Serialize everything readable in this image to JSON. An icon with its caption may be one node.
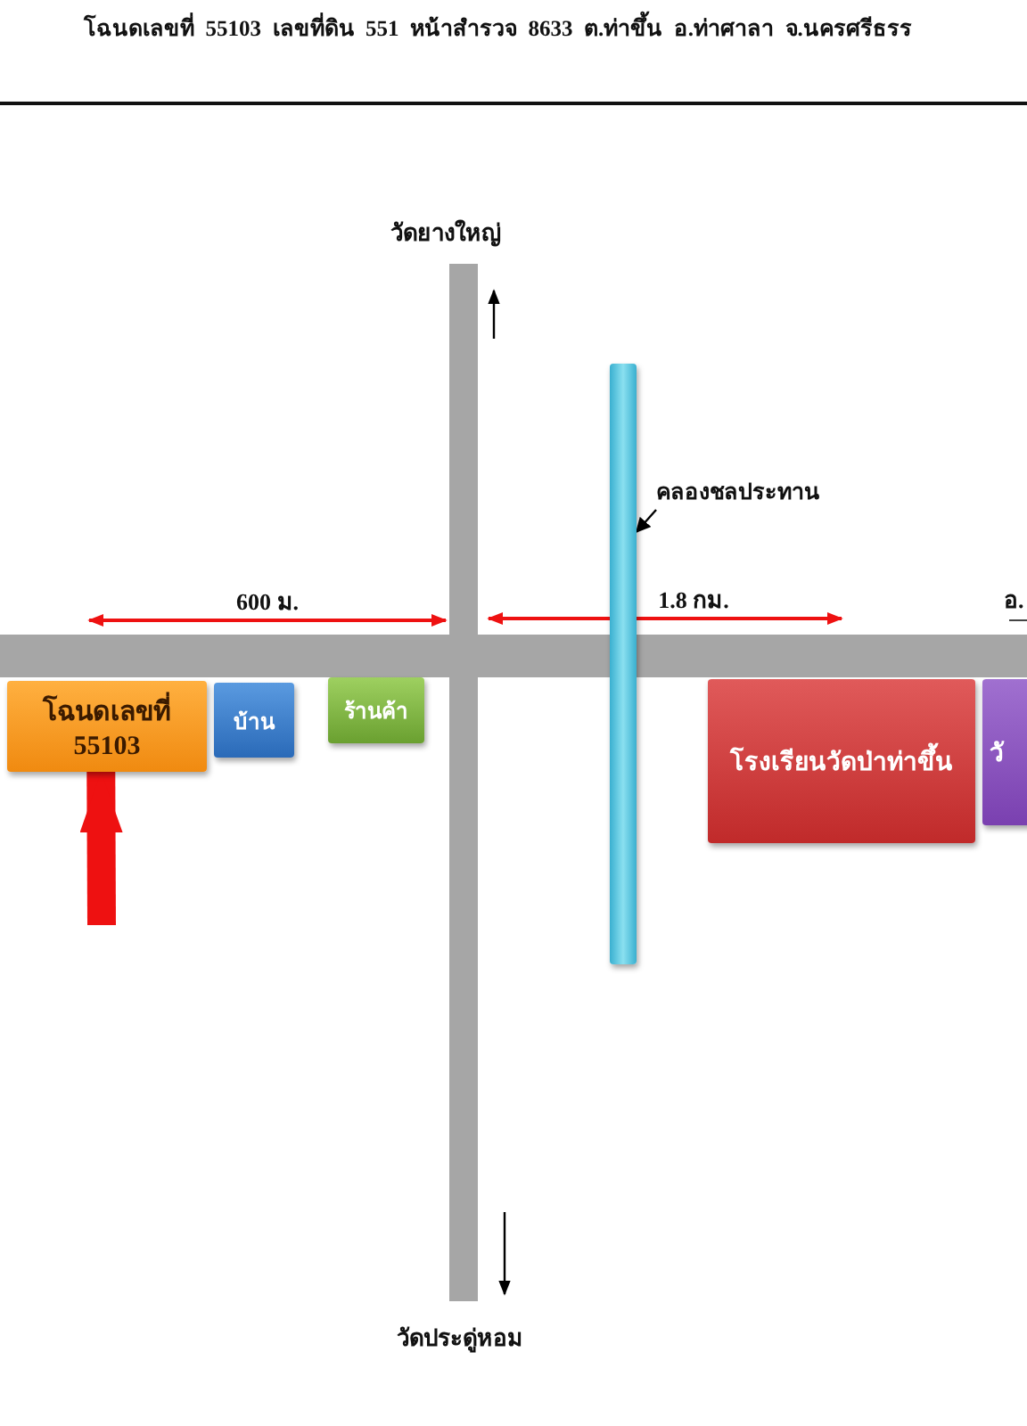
{
  "diagram": {
    "title": "โฉนดเลขที่  55103  เลขที่ดิน  551  หน้าสำรวจ  8633  ต.ท่าขึ้น  อ.ท่าศาลา  จ.นครศรีธรร",
    "nodes": [
      {
        "text": [
          "โฉนดเลขที่ 55103"
        ]
      },
      {
        "text": [
          "บ้าน"
        ]
      },
      {
        "text": [
          "ร้านค้า"
        ]
      },
      {
        "text": [
          "โรงเรียนวัดป่าท่าขึ้น"
        ]
      },
      {
        "text": [
          "วั"
        ]
      },
      {
        "text": [],
        "shape": "bar"
      },
      {
        "text": [
          "คลองชลประทาน"
        ]
      }
    ],
    "edges": [
      {
        "from": 6,
        "to": 5,
        "arrow": "to"
      },
      {
        "from": null,
        "to": 0,
        "arrow": "to",
        "style": "thick",
        "color": "#ee1111"
      }
    ],
    "labels": [
      "วัดยางใหญ่",
      "600 ม.",
      "1.8 กม.",
      "อ.",
      "วัดประดู่หอม"
    ]
  }
}
